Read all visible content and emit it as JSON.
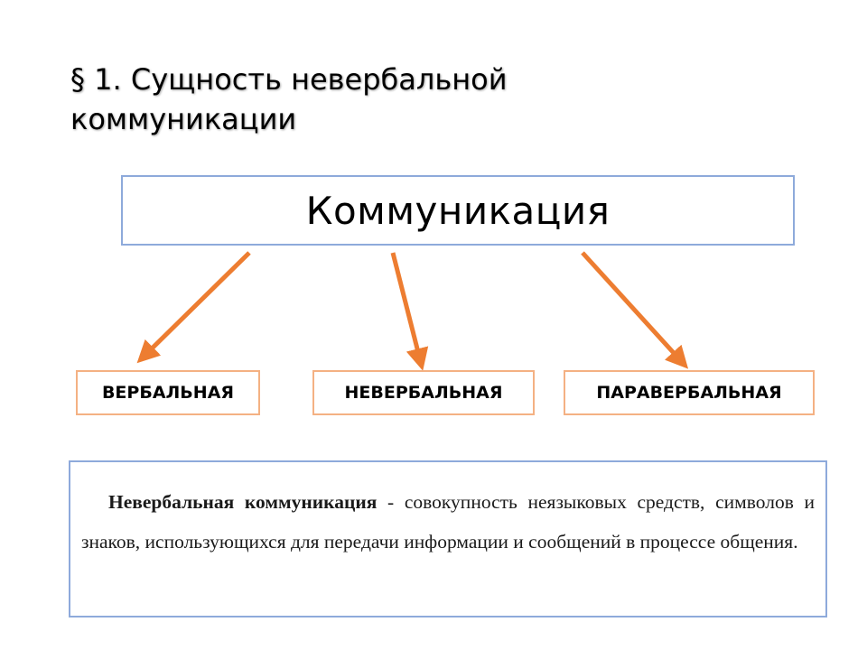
{
  "slide": {
    "title_line1": "§ 1. Сущность невербальной",
    "title_line2": "коммуникации"
  },
  "diagram": {
    "root": "Коммуникация",
    "categories": [
      "ВЕРБАЛЬНАЯ",
      "НЕВЕРБАЛЬНАЯ",
      "ПАРАВЕРБАЛЬНАЯ"
    ],
    "arrow_color": "#ed7d31",
    "root_border_color": "#8eaadb",
    "category_border_color": "#f4b183"
  },
  "definition": {
    "term": "Невербальная коммуникация",
    "text": " - совокупность неязыковых средств, символов и знаков, использующихся для передачи информации и сообщений в  процессе общения."
  }
}
